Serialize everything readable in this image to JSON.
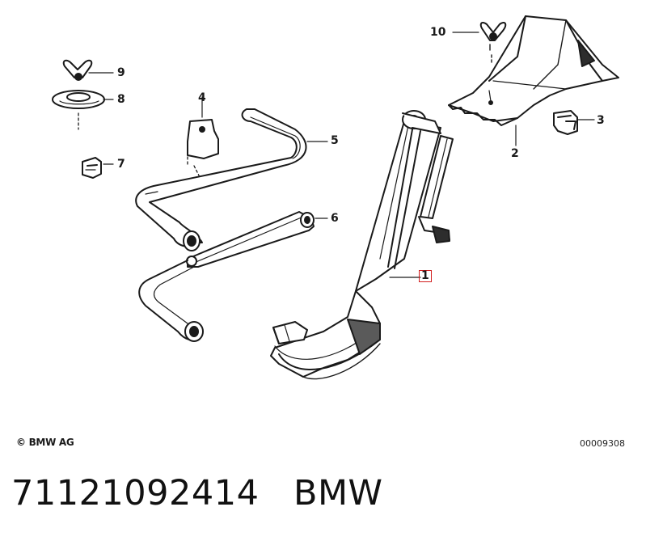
{
  "callouts": {
    "c1": "1",
    "c2": "2",
    "c3": "3",
    "c4": "4",
    "c5": "5",
    "c6": "6",
    "c7": "7",
    "c8": "8",
    "c9": "9",
    "c10": "10"
  },
  "highlighted_callout": "1",
  "copyright": "© BMW AG",
  "drawing_number": "00009308",
  "footer": {
    "part_number": "71121092414",
    "brand": "BMW"
  },
  "colors": {
    "line": "#1a1a1a",
    "highlight": "#d21f1f",
    "shade": "#5a5a5a"
  }
}
